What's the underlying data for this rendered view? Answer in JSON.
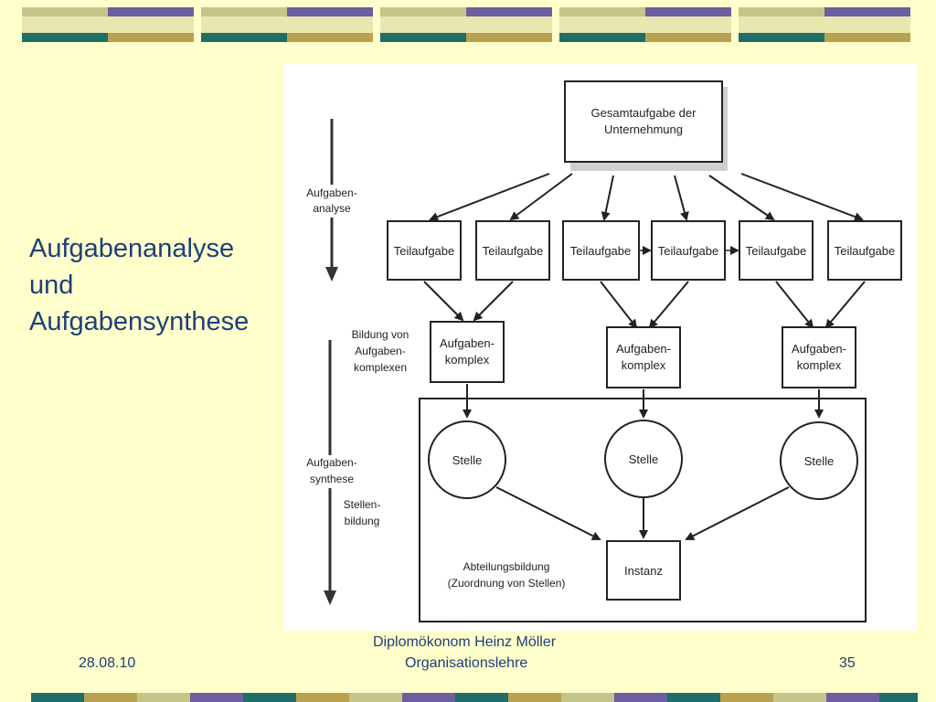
{
  "slide": {
    "title_lines": [
      "Aufgabenanalyse",
      "und",
      "Aufgabensynthese"
    ]
  },
  "diagram": {
    "top_box": [
      "Gesamtaufgabe der",
      "Unternehmung"
    ],
    "sub_tasks": [
      "Teilaufgabe",
      "Teilaufgabe",
      "Teilaufgabe",
      "Teilaufgabe",
      "Teilaufgabe",
      "Teilaufgabe"
    ],
    "complexes": [
      [
        "Aufgaben-",
        "komplex"
      ],
      [
        "Aufgaben-",
        "komplex"
      ],
      [
        "Aufgaben-",
        "komplex"
      ]
    ],
    "positions": [
      "Stelle",
      "Stelle",
      "Stelle"
    ],
    "instance": "Instanz",
    "dept_label": [
      "Abteilungsbildung",
      "(Zuordnung von Stellen)"
    ],
    "left_labels": {
      "analysis": [
        "Aufgaben-",
        "analyse"
      ],
      "complex_formation": [
        "Bildung von",
        "Aufgaben-",
        "komplexen"
      ],
      "synthesis": [
        "Aufgaben-",
        "synthese"
      ],
      "position_formation": [
        "Stellen-",
        "bildung"
      ]
    }
  },
  "footer": {
    "date": "28.08.10",
    "author": "Diplomökonom Heinz Möller",
    "subject": "Organisationslehre",
    "page": "35"
  },
  "colors": {
    "background": "#ffffcc",
    "text_blue": "#1f3f7a",
    "stripe_olive": "#c5c58a",
    "stripe_purple": "#6b5fa0",
    "stripe_teal": "#1f6e68",
    "stripe_gold": "#b8a252",
    "stripe_light": "#e9e6b0"
  }
}
